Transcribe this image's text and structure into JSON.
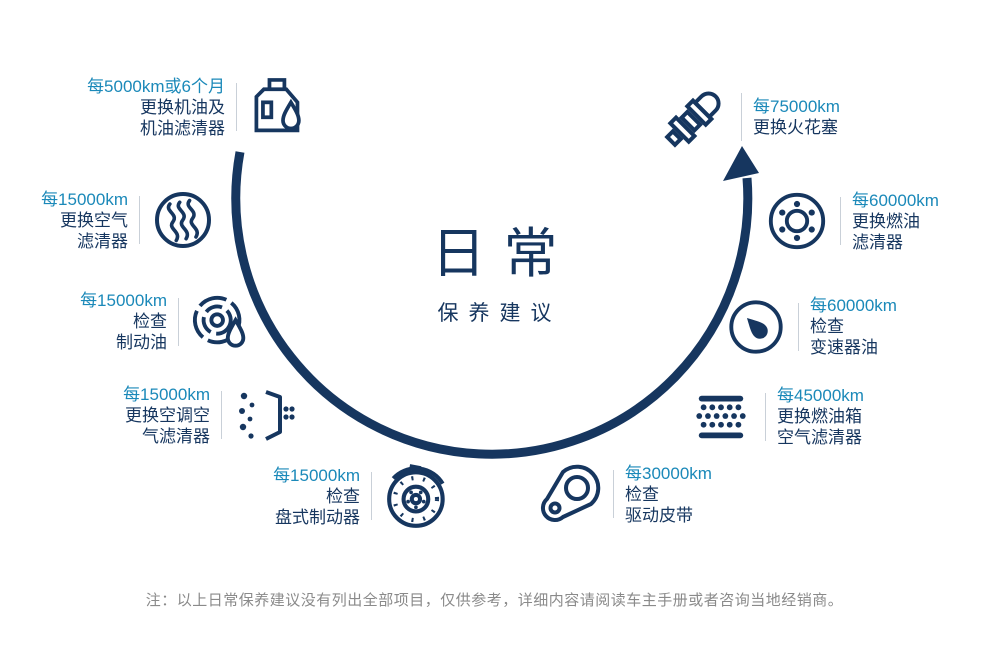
{
  "colors": {
    "navy": "#16365f",
    "accent_blue": "#1b89b9",
    "divider_gray": "#c9d0d8",
    "note_gray": "#8a8a8a"
  },
  "center": {
    "title": "日常",
    "subtitle": "保养建议"
  },
  "left_items": [
    {
      "interval": "每5000km或6个月",
      "lines": [
        "更换机油及",
        "机油滤清器"
      ],
      "icon": "oil-can-icon"
    },
    {
      "interval": "每15000km",
      "lines": [
        "更换空气",
        "滤清器"
      ],
      "icon": "air-filter-icon"
    },
    {
      "interval": "每15000km",
      "lines": [
        "检查",
        "制动油"
      ],
      "icon": "brake-fluid-icon"
    },
    {
      "interval": "每15000km",
      "lines": [
        "更换空调空",
        "气滤清器"
      ],
      "icon": "cabin-air-filter-icon"
    },
    {
      "interval": "每15000km",
      "lines": [
        "检查",
        "盘式制动器"
      ],
      "icon": "disc-brake-icon"
    }
  ],
  "right_items": [
    {
      "interval": "每75000km",
      "lines": [
        "更换火花塞"
      ],
      "icon": "spark-plug-icon"
    },
    {
      "interval": "每60000km",
      "lines": [
        "更换燃油",
        "滤清器"
      ],
      "icon": "fuel-filter-icon"
    },
    {
      "interval": "每60000km",
      "lines": [
        "检查",
        "变速器油"
      ],
      "icon": "gauge-icon"
    },
    {
      "interval": "每45000km",
      "lines": [
        "更换燃油箱",
        "空气滤清器"
      ],
      "icon": "tank-air-filter-icon"
    },
    {
      "interval": "每30000km",
      "lines": [
        "检查",
        "驱动皮带"
      ],
      "icon": "drive-belt-icon"
    }
  ],
  "footnote": "注：以上日常保养建议没有列出全部项目，仅供参考，详细内容请阅读车主手册或者咨询当地经销商。"
}
